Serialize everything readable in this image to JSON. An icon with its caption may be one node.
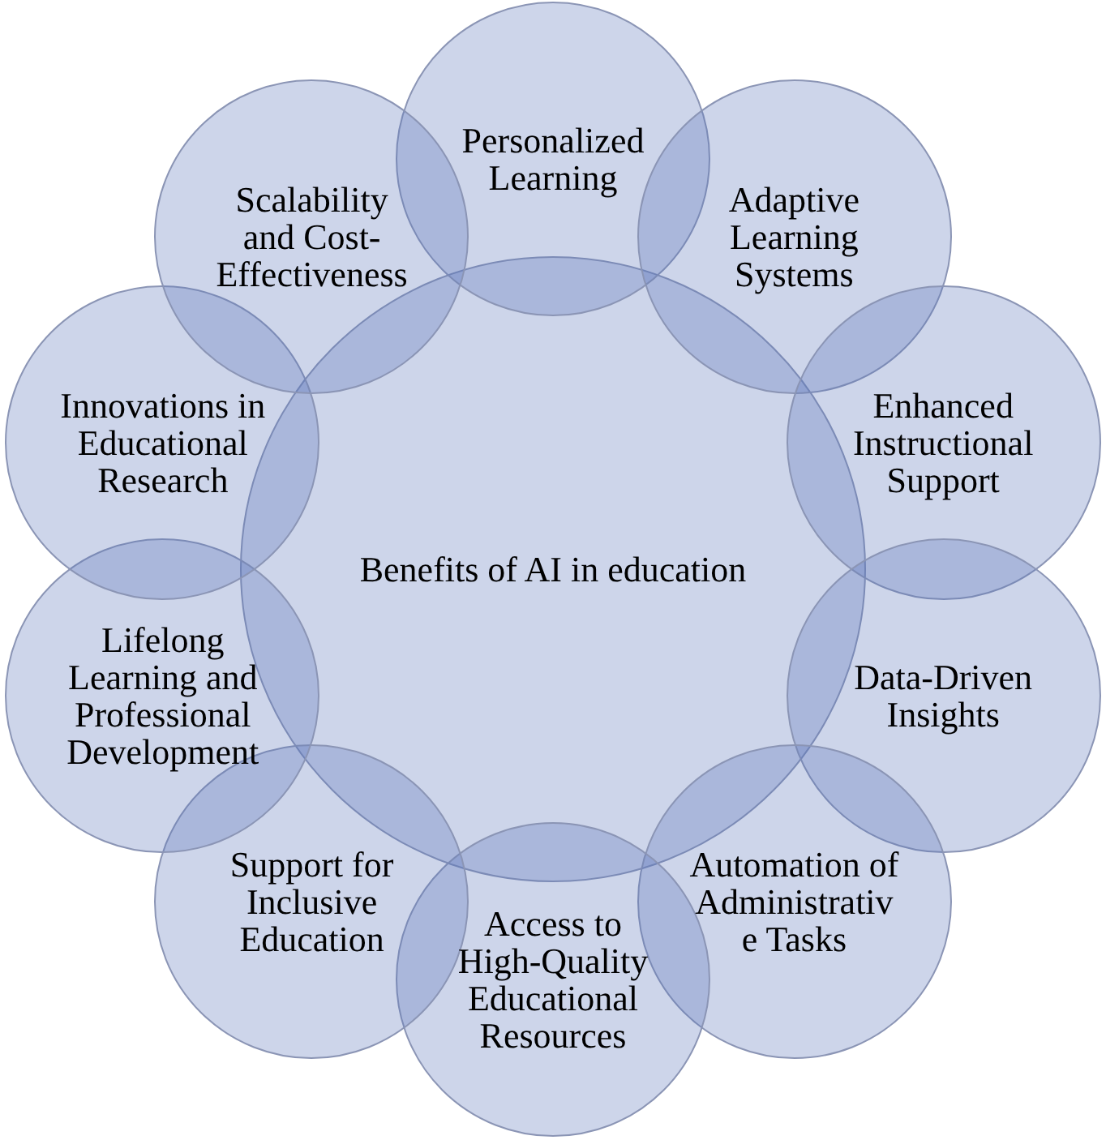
{
  "diagram": {
    "nodes": [
      {
        "text": [
          "Benefits of AI in education"
        ]
      },
      {
        "text": [
          "Personalized Learning"
        ]
      },
      {
        "text": [
          "Adaptive Learning Systems"
        ]
      },
      {
        "text": [
          "Enhanced Instructional Support"
        ]
      },
      {
        "text": [
          "Data-Driven Insights"
        ]
      },
      {
        "text": [
          "Automation of Administrativ e Tasks"
        ]
      },
      {
        "text": [
          "Access to High-Quality Educational Resources"
        ]
      },
      {
        "text": [
          "Support for Inclusive Education"
        ]
      },
      {
        "text": [
          "Lifelong Learning and Professional Development"
        ]
      },
      {
        "text": [
          "Innovations in Educational Research"
        ]
      },
      {
        "text": [
          "Scalability and Cost-Effectiveness"
        ]
      }
    ]
  }
}
